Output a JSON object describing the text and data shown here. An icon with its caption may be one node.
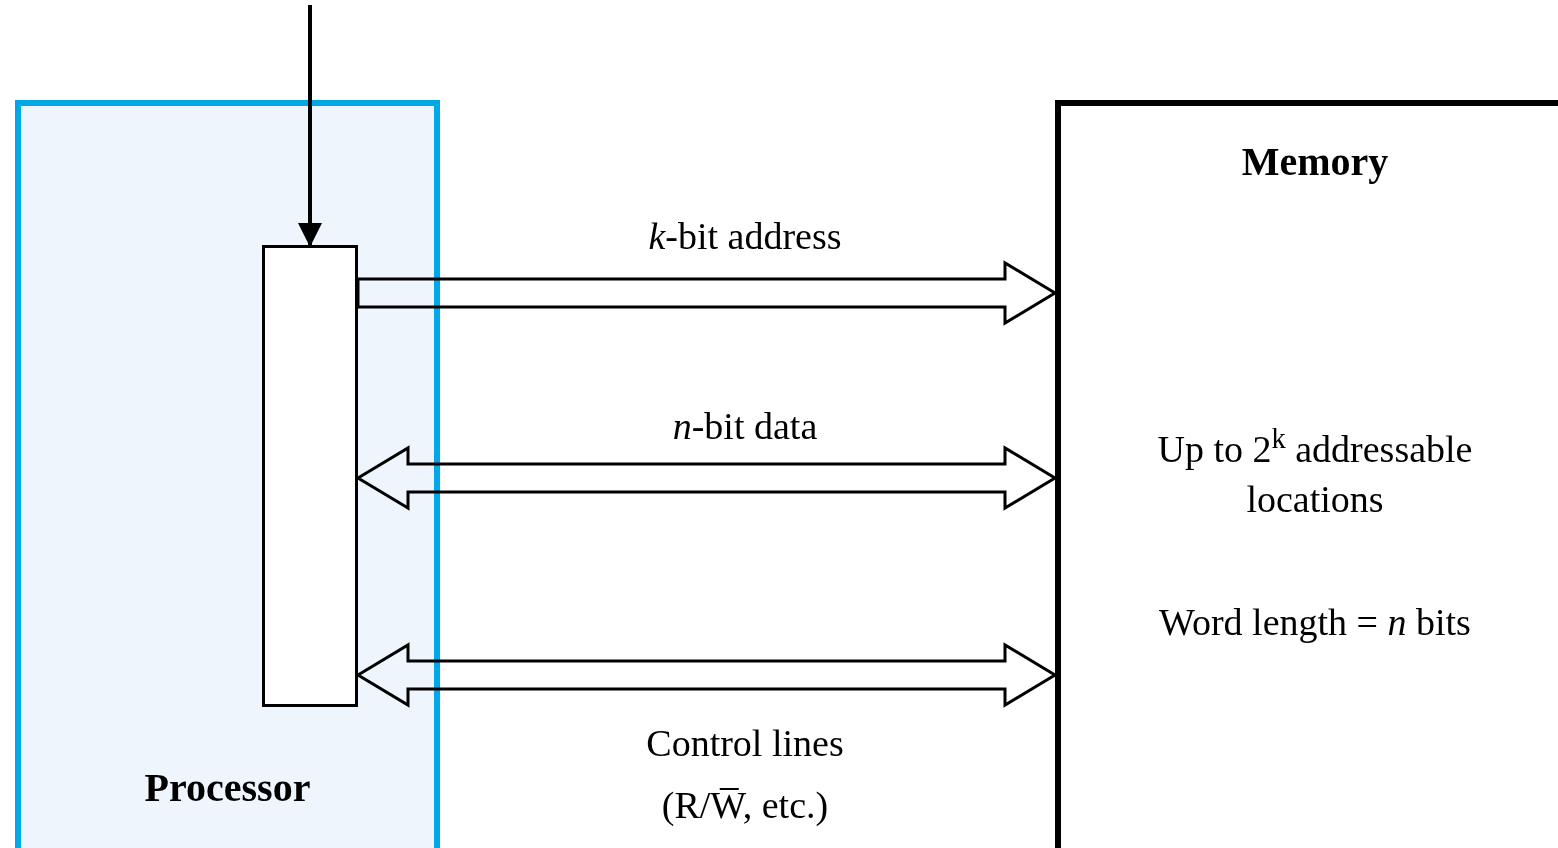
{
  "diagram": {
    "nodes": [
      {
        "text": [
          "Processor"
        ]
      },
      {
        "text": [],
        "shape": "box",
        "in": 0
      },
      {
        "text": [
          "Memory",
          "Up to 2$^{k}$ addressable locations",
          "Word length = *n* bits"
        ]
      }
    ],
    "edges": [
      {
        "from": null,
        "to": 1,
        "arrow": "to"
      },
      {
        "from": 1,
        "to": 2,
        "arrow": "to",
        "label": "*k*-bit address",
        "style": "thick"
      },
      {
        "from": 1,
        "to": 2,
        "arrow": "both",
        "label": "*n*-bit data",
        "style": "thick"
      },
      {
        "from": 1,
        "to": 2,
        "arrow": "both",
        "label": "Control lines (R/W̅, etc.)",
        "style": "thick"
      }
    ]
  }
}
